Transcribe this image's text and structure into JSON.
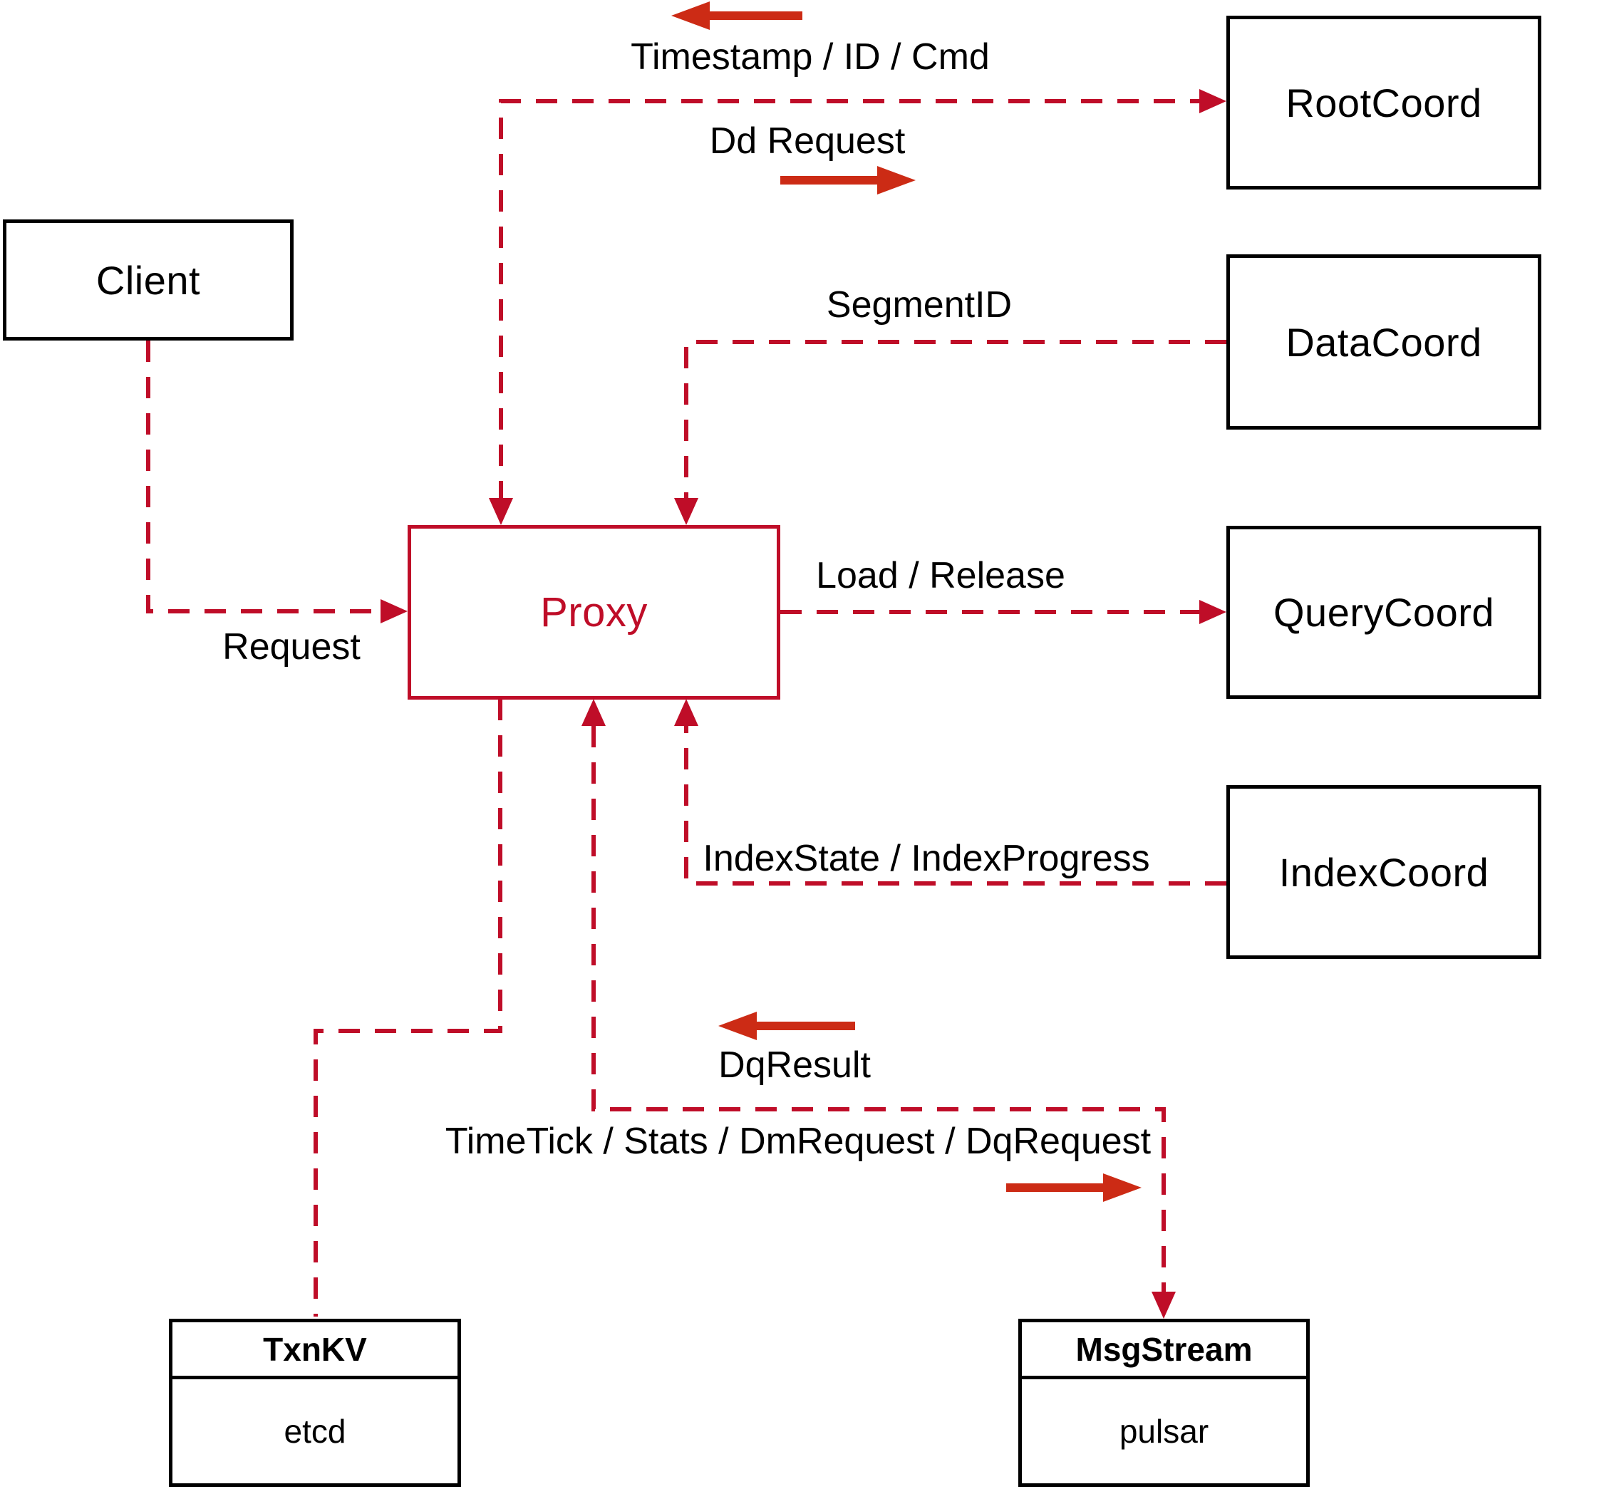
{
  "diagram": {
    "nodes": {
      "client": {
        "label": "Client"
      },
      "proxy": {
        "label": "Proxy"
      },
      "root_coord": {
        "label": "RootCoord"
      },
      "data_coord": {
        "label": "DataCoord"
      },
      "query_coord": {
        "label": "QueryCoord"
      },
      "index_coord": {
        "label": "IndexCoord"
      },
      "txn_kv": {
        "title": "TxnKV",
        "impl": "etcd"
      },
      "msg_stream": {
        "title": "MsgStream",
        "impl": "pulsar"
      }
    },
    "edge_labels": {
      "timestamp": "Timestamp / ID / Cmd",
      "dd_request": "Dd Request",
      "segment_id": "SegmentID",
      "request": "Request",
      "load_release": "Load / Release",
      "index_state": "IndexState / IndexProgress",
      "dq_result": "DqResult",
      "timetick": "TimeTick / Stats / DmRequest / DqRequest"
    },
    "colors": {
      "dashed_line_red": "#bf0d28",
      "solid_arrow_red": "#cc2b15",
      "box_border_black": "#000000",
      "text_black": "#000000",
      "background": "#ffffff"
    }
  }
}
